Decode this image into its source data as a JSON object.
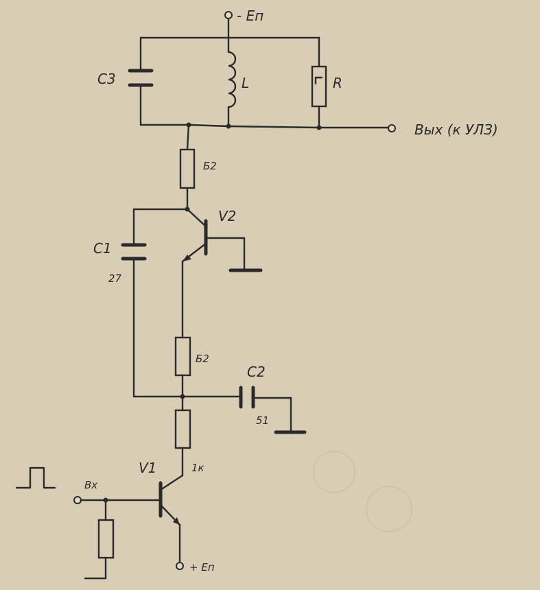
{
  "labels": {
    "supply_neg": "- Еп",
    "supply_pos": "+ Еп",
    "output": "Вых (к УЛЗ)",
    "input": "Вх",
    "c3": "С3",
    "l": "L",
    "r": "R",
    "r_top": "Б2",
    "v2": "V2",
    "c1": "С1",
    "c1_value": "27",
    "r_mid": "Б2",
    "c2": "С2",
    "c2_value": "51",
    "v1": "V1",
    "r_low_value": "1к"
  }
}
